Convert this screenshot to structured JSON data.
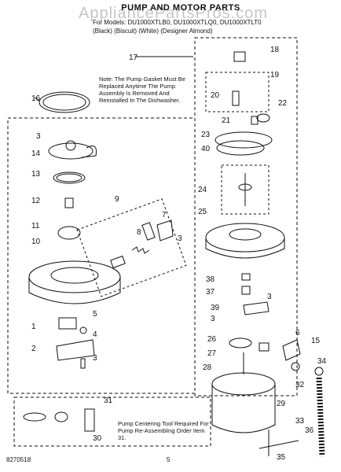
{
  "header": {
    "watermark": "AppliancePartsPros.com",
    "title": "PUMP AND MOTOR PARTS",
    "models_line": "For Models: DU1000XTLB0, DU1000XTLQ0, DU1000XTLT0",
    "colors_line": "(Black)          (Biscuit)          (White)          (Designer Almond)"
  },
  "notes": {
    "pump_gasket": "Note: The Pump Gasket Must Be Replaced Anytime The Pump Assembly Is Removed And Reinstalled In The Dishwasher.",
    "centering_tool": "Pump Centering Tool Required For Pump Re-Assembling Order Item 31."
  },
  "footer": {
    "doc_number": "8270518",
    "page": "5"
  },
  "callouts": [
    "1",
    "2",
    "3",
    "3",
    "3",
    "3",
    "3",
    "4",
    "5",
    "6",
    "7",
    "8",
    "9",
    "10",
    "11",
    "12",
    "13",
    "14",
    "15",
    "16",
    "17",
    "18",
    "19",
    "20",
    "21",
    "22",
    "23",
    "24",
    "25",
    "26",
    "27",
    "28",
    "29",
    "30",
    "31",
    "32",
    "33",
    "34",
    "35",
    "36",
    "37",
    "38",
    "39",
    "40"
  ]
}
